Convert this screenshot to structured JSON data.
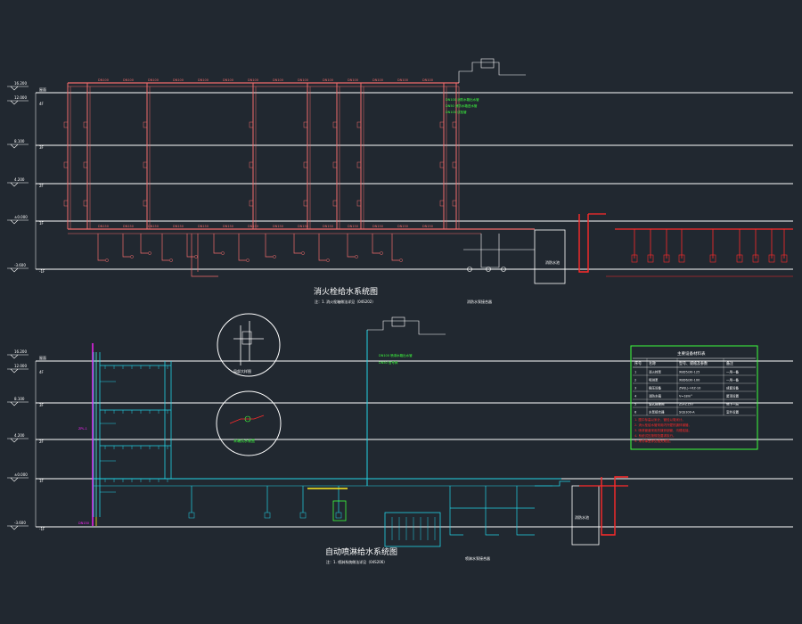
{
  "drawing": {
    "top_title": "消火栓给水系统图",
    "top_note": "注：1. 消火栓箱做法详见（04S202）",
    "bottom_title": "自动喷淋给水系统图",
    "bottom_note": "注：1. 喷淋系统做法详见（04S206）",
    "detail_a_label": "局部大样图",
    "detail_b_label": "末端试水装置",
    "pump_note_top": "消防水泵接合器",
    "pump_note_bottom": "喷淋水泵接合器",
    "tank_label": "消防水池",
    "colors": {
      "background": "#212830",
      "hydrant": "#f26b6b",
      "sprinkler": "#22d3e6",
      "guide": "#ffffff",
      "note": "#3dff3d",
      "riser": "#ff2a2a",
      "magenta": "#ff22ff",
      "yellow": "#ffee22"
    }
  },
  "levels_top": [
    {
      "elev": "16.200",
      "floor": "屋面"
    },
    {
      "elev": "12.000",
      "floor": "4F"
    },
    {
      "elev": "8.100",
      "floor": "3F"
    },
    {
      "elev": "4.200",
      "floor": "2F"
    },
    {
      "elev": "±0.000",
      "floor": "1F"
    },
    {
      "elev": "-3.600",
      "floor": "-1F"
    }
  ],
  "levels_bottom": [
    {
      "elev": "16.200",
      "floor": "屋面"
    },
    {
      "elev": "12.000",
      "floor": "4F"
    },
    {
      "elev": "8.100",
      "floor": "3F"
    },
    {
      "elev": "4.200",
      "floor": "2F"
    },
    {
      "elev": "±0.000",
      "floor": "1F"
    },
    {
      "elev": "-3.600",
      "floor": "-1F"
    }
  ],
  "legend": {
    "title": "主要设备材料表",
    "headers": [
      "序号",
      "名称",
      "型号、规格及参数",
      "备注"
    ],
    "rows": [
      [
        "1",
        "消火栓泵",
        "XBD5/30-125",
        "一用一备"
      ],
      [
        "2",
        "喷淋泵",
        "XBD6/30-100",
        "一用一备"
      ],
      [
        "3",
        "稳压设备",
        "ZW(L)-I-XZ-10",
        "成套设备"
      ],
      [
        "4",
        "消防水箱",
        "V=18m³",
        "屋顶设置"
      ],
      [
        "5",
        "湿式报警阀",
        "ZSFZ150",
        "地下一层"
      ],
      [
        "6",
        "水泵接合器",
        "SQS100-A",
        "室外设置"
      ]
    ],
    "notes": [
      "1. 图中标高以米计，管径以毫米计。",
      "2. 消火栓给水管采用内外壁热镀锌钢管。",
      "3. 喷淋管道采用热镀锌钢管，沟槽连接。",
      "4. 系统试压按规范要求执行。",
      "5. 未尽事宜详见相关规范。"
    ]
  }
}
